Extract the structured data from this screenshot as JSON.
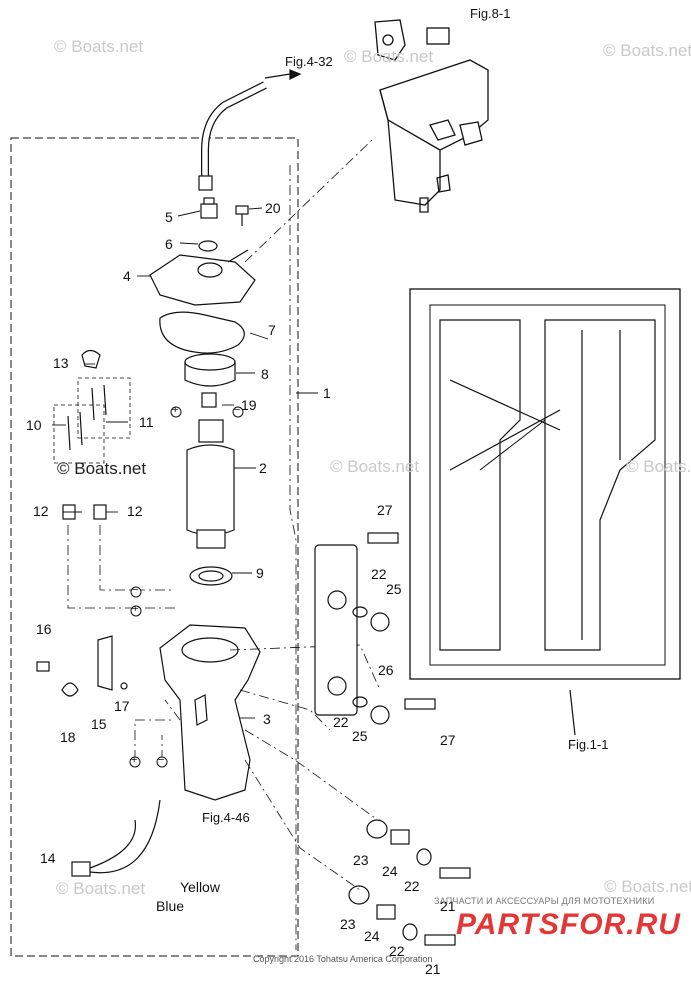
{
  "figure_refs": {
    "fig_8_1": "Fig.8-1",
    "fig_4_32": "Fig.4-32",
    "fig_4_46": "Fig.4-46",
    "fig_1_1": "Fig.1-1"
  },
  "parts": {
    "p1": "1",
    "p2": "2",
    "p3": "3",
    "p4": "4",
    "p5": "5",
    "p6": "6",
    "p7": "7",
    "p8": "8",
    "p9": "9",
    "p10": "10",
    "p11": "11",
    "p12a": "12",
    "p12b": "12",
    "p13": "13",
    "p14": "14",
    "p15": "15",
    "p16": "16",
    "p17": "17",
    "p18": "18",
    "p19": "19",
    "p20": "20",
    "p21a": "21",
    "p21b": "21",
    "p22a": "22",
    "p22b": "22",
    "p22c": "22",
    "p22d": "22",
    "p23a": "23",
    "p23b": "23",
    "p24a": "24",
    "p24b": "24",
    "p25a": "25",
    "p25b": "25",
    "p26": "26",
    "p27a": "27",
    "p27b": "27"
  },
  "wire_colors": {
    "yellow": "Yellow",
    "blue": "Blue"
  },
  "polarity": {
    "plus": "+",
    "minus": "−"
  },
  "watermark": {
    "text": "© Boats.net"
  },
  "footer": {
    "copyright": "Copyright 2016 Tohatsu America Corporation",
    "brand_tagline": "ЗАПЧАСТИ И АКСЕССУАРЫ ДЛЯ МОТОТЕХНИКИ",
    "brand_logo": "PARTSFOR.RU"
  }
}
